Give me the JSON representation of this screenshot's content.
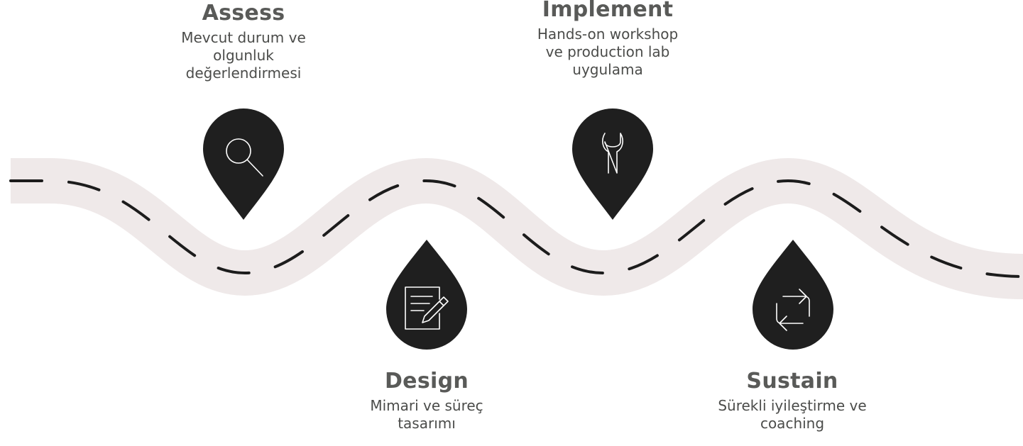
{
  "road": {
    "fill_color": "#efe9e9",
    "dash_color": "#1c1c1c"
  },
  "marker_color": "#1f1f1f",
  "steps": [
    {
      "title": "Assess",
      "description": "Mevcut durum ve\nolgunluk\ndeğerlendirmesi",
      "icon": "magnifier-icon"
    },
    {
      "title": "Design",
      "description": "Mimari ve süreç\ntasarımı",
      "icon": "document-edit-icon"
    },
    {
      "title": "Implement",
      "description": "Hands-on workshop\nve production lab\nuygulama",
      "icon": "wrench-icon"
    },
    {
      "title": "Sustain",
      "description": "Sürekli iyileştirme ve\ncoaching",
      "icon": "cycle-arrows-icon"
    }
  ]
}
